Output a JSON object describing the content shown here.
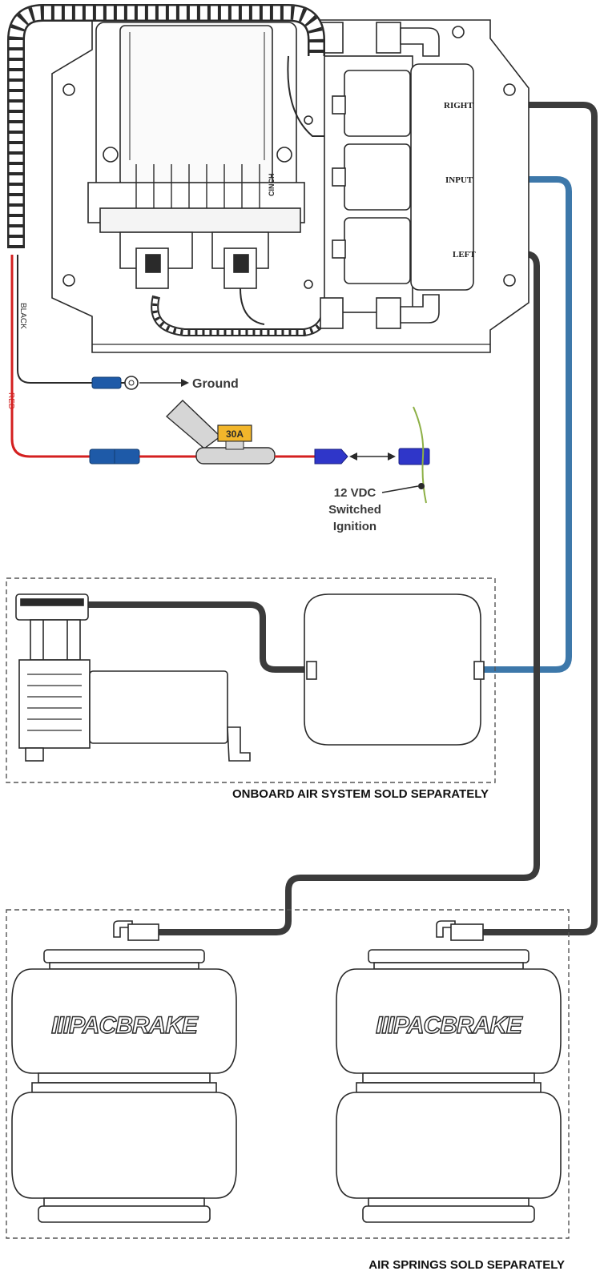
{
  "manifold": {
    "brand": "CINCH"
  },
  "ports": {
    "right": "RIGHT",
    "input": "INPUT",
    "left": "LEFT"
  },
  "wires": {
    "black": "BLACK",
    "red": "RED"
  },
  "ground": {
    "label": "Ground"
  },
  "fuse": {
    "rating": "30A"
  },
  "ignition": {
    "line1": "12 VDC",
    "line2": "Switched",
    "line3": "Ignition"
  },
  "onboard_air": {
    "caption": "ONBOARD AIR SYSTEM SOLD SEPARATELY"
  },
  "air_springs": {
    "caption": "AIR SPRINGS SOLD SEPARATELY",
    "left_brand": "IIIPACBRAKE",
    "right_brand": "IIIPACBRAKE"
  },
  "colors": {
    "air_line": "#3b3b3b",
    "input_line": "#3d78aa",
    "red_wire": "#d42020",
    "connector_blue": "#1e5aa8",
    "fuse_yellow": "#f2b62b",
    "ignition_wire": "#8db046"
  }
}
